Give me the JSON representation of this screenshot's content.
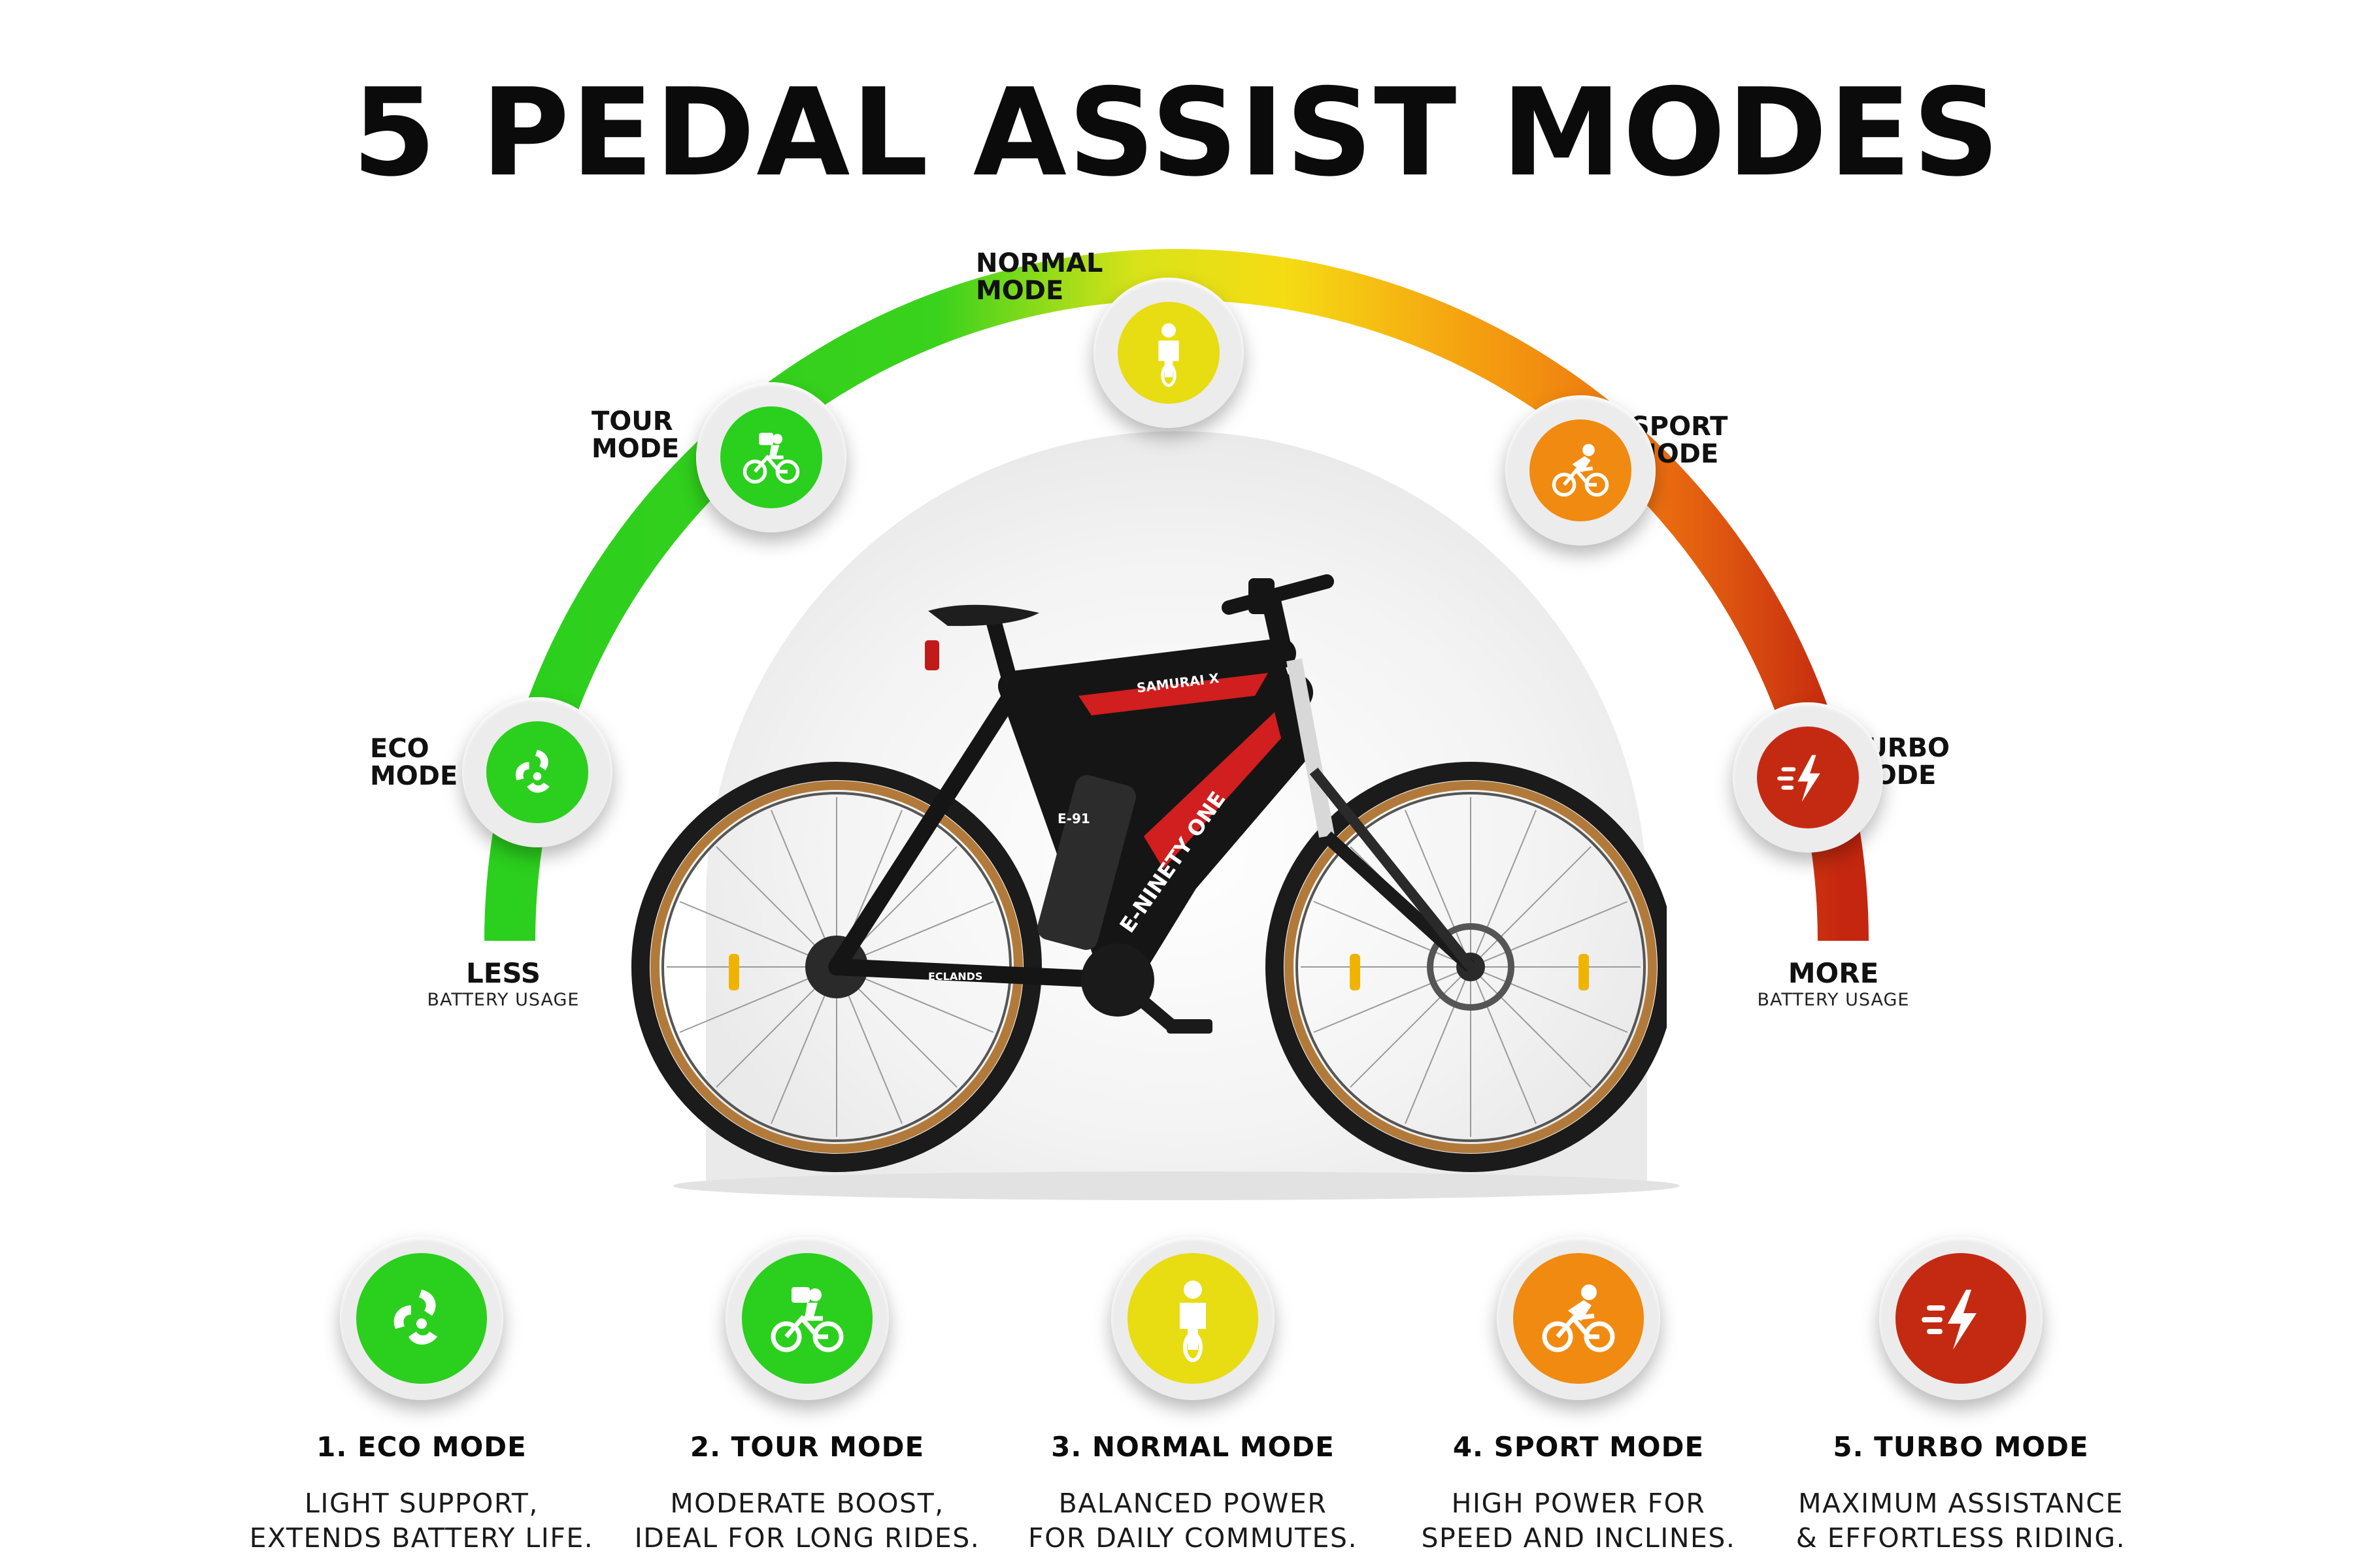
{
  "title": "5 PEDAL ASSIST MODES",
  "colors": {
    "eco": "#2bcf1d",
    "tour": "#2bcf1d",
    "normal": "#e8dc12",
    "sport": "#f08a10",
    "turbo": "#c42a12"
  },
  "arc_modes": [
    {
      "line1": "ECO",
      "line2": "MODE",
      "icon": "recycle-leaves-icon"
    },
    {
      "line1": "TOUR",
      "line2": "MODE",
      "icon": "delivery-cyclist-icon"
    },
    {
      "line1": "NORMAL",
      "line2": "MODE",
      "icon": "standing-rider-icon"
    },
    {
      "line1": "SPORT",
      "line2": "MODE",
      "icon": "sport-cyclist-icon"
    },
    {
      "line1": "TURBO",
      "line2": "MODE",
      "icon": "lightning-speed-icon"
    }
  ],
  "scale": {
    "less": "LESS",
    "less_sub": "BATTERY USAGE",
    "more": "MORE",
    "more_sub": "BATTERY USAGE"
  },
  "bike": {
    "top_tube_brand": "SAMURAI X",
    "down_tube_brand": "E-NINETY ONE",
    "battery_logo": "E-91",
    "chainstay_brand": "ECLANDS"
  },
  "cards": [
    {
      "title": "1. ECO MODE",
      "desc1": "LIGHT SUPPORT,",
      "desc2": "EXTENDS BATTERY LIFE.",
      "icon": "recycle-leaves-icon"
    },
    {
      "title": "2. TOUR MODE",
      "desc1": "MODERATE BOOST,",
      "desc2": "IDEAL FOR LONG RIDES.",
      "icon": "delivery-cyclist-icon"
    },
    {
      "title": "3. NORMAL MODE",
      "desc1": "BALANCED POWER",
      "desc2": "FOR DAILY COMMUTES.",
      "icon": "standing-rider-icon"
    },
    {
      "title": "4. SPORT MODE",
      "desc1": "HIGH POWER FOR",
      "desc2": "SPEED AND INCLINES.",
      "icon": "sport-cyclist-icon"
    },
    {
      "title": "5. TURBO MODE",
      "desc1": "MAXIMUM ASSISTANCE",
      "desc2": "& EFFORTLESS RIDING.",
      "icon": "lightning-speed-icon"
    }
  ]
}
